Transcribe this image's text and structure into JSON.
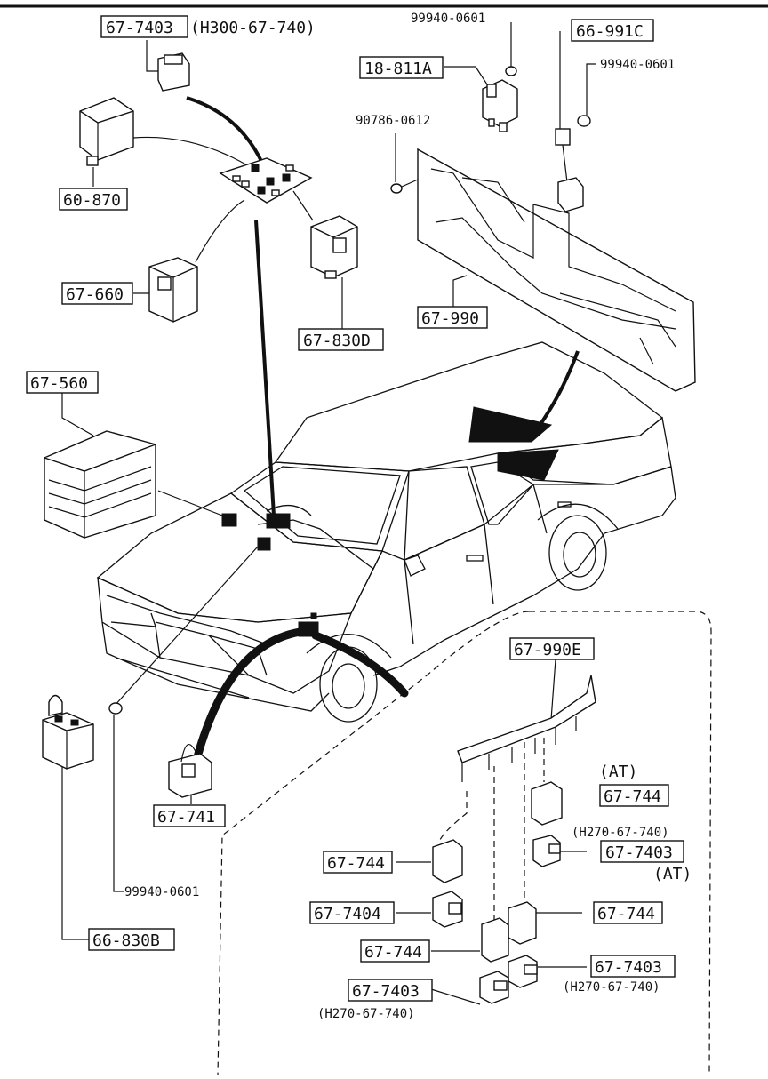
{
  "labels": {
    "p67_7403_top": "67-7403",
    "h300": "(H300-67-740)",
    "p60_870": "60-870",
    "p67_660": "67-660",
    "p67_830d": "67-830D",
    "p67_560": "67-560",
    "p99940_a": "99940-0601",
    "p18_811a": "18-811A",
    "p66_991c": "66-991C",
    "p99940_b": "99940-0601",
    "p90786": "90786-0612",
    "p67_990": "67-990",
    "p67_990e": "67-990E",
    "at_1": "(AT)",
    "p67_744_a": "67-744",
    "h270_a": "(H270-67-740)",
    "p67_7403_a": "67-7403",
    "at_2": "(AT)",
    "p67_744_b": "67-744",
    "p67_7404": "67-7404",
    "p67_744_c": "67-744",
    "p67_744_d": "67-744",
    "p67_7403_b": "67-7403",
    "h270_b": "(H270-67-740)",
    "p67_7403_c": "67-7403",
    "h270_c": "(H270-67-740)",
    "p67_741": "67-741",
    "p99940_c": "99940-0601",
    "p66_830b": "66-830B"
  }
}
